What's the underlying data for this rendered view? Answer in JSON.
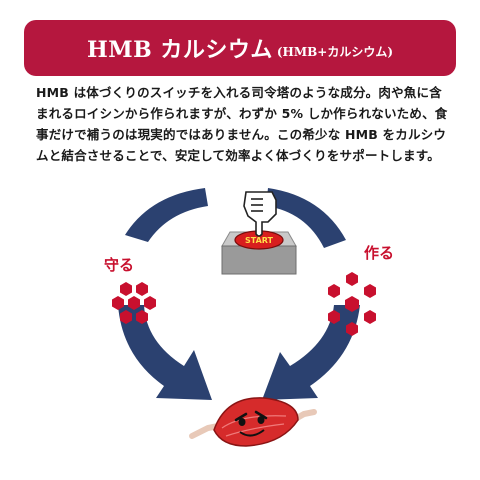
{
  "banner": {
    "title": "HMB カルシウム",
    "subtitle": "(HMB+カルシウム)"
  },
  "description": {
    "lines": [
      "HMB は体づくりのスイッチを入れる司令塔のような成分。肉や魚に含",
      "まれるロイシンから作られますが、わずか 5% しか作られないため、食",
      "事だけで補うのは現実的ではありません。この希少な HMB をカルシウ",
      "ムと結合させることで、安定して効率よく体づくりをサポートします。"
    ]
  },
  "diagram": {
    "switch_label": "START",
    "left_label": "守る",
    "right_label": "作る"
  },
  "colors": {
    "accent": "#b5173e",
    "arrow": "#2b4170",
    "hexagon": "#c8102e",
    "muscle": "#d62b2b"
  }
}
